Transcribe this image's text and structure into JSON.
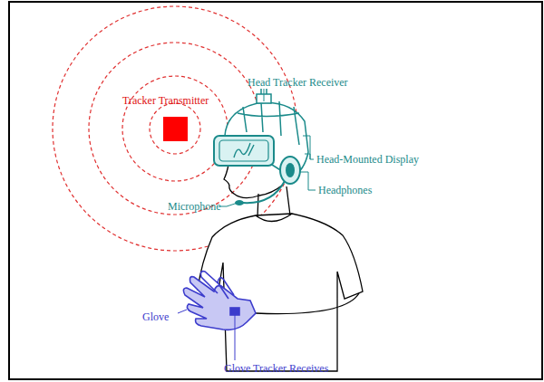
{
  "diagram": {
    "labels": [
      "Tracker Transmitter",
      "Head Tracker Receiver",
      "Head-Mounted Display",
      "Headphones",
      "Microphone",
      "Glove",
      "Glove Tracker Receives"
    ]
  }
}
